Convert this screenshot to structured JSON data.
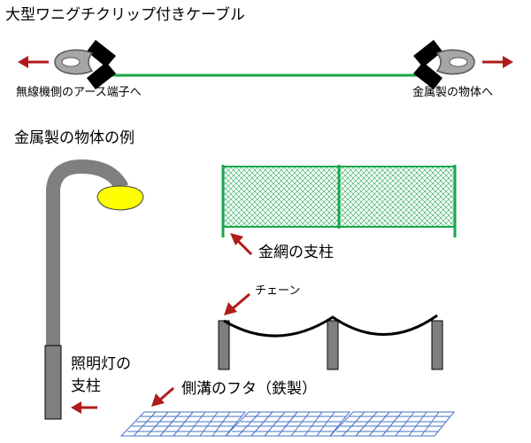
{
  "title": "大型ワニグチクリップ付きケーブル",
  "cable": {
    "left_label": "無線機側のアース端子へ",
    "right_label": "金属製の物体へ",
    "wire_color": "#1aa64a"
  },
  "section_title": "金属製の物体の例",
  "examples": {
    "fence_label": "金網の支柱",
    "chain_label": "チェーン",
    "lamp_label_line1": "照明灯の",
    "lamp_label_line2": "支柱",
    "gutter_label": "側溝のフタ（鉄製）"
  },
  "colors": {
    "arrow": "#b01c1c",
    "fence": "#1aa64a",
    "pole": "#7f7f7f",
    "lamp_light": "#ffff00",
    "grating": "#4472c4"
  }
}
